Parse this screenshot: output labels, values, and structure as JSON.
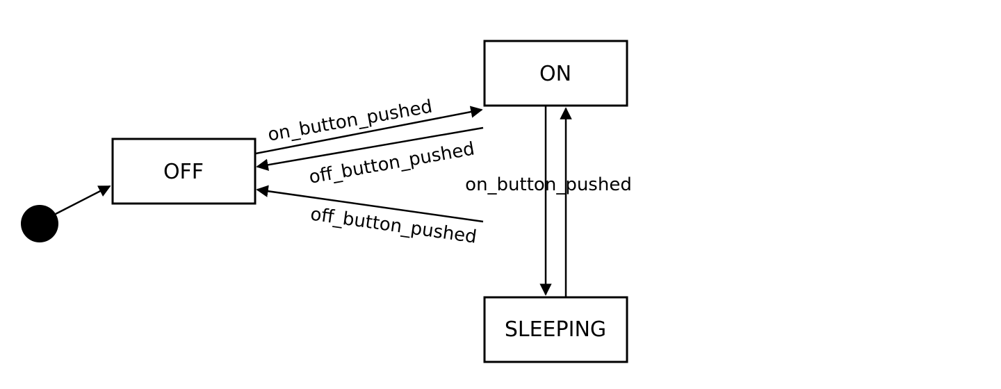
{
  "diagram": {
    "states": {
      "off": "OFF",
      "on": "ON",
      "sleeping": "SLEEPING"
    },
    "transitions": {
      "off_to_on": "on_button_pushed",
      "on_to_off": "off_button_pushed",
      "sleeping_to_off": "off_button_pushed",
      "on_sleeping": "on_button_pushed"
    },
    "colors": {
      "stroke": "#000000",
      "fill": "#ffffff"
    }
  }
}
